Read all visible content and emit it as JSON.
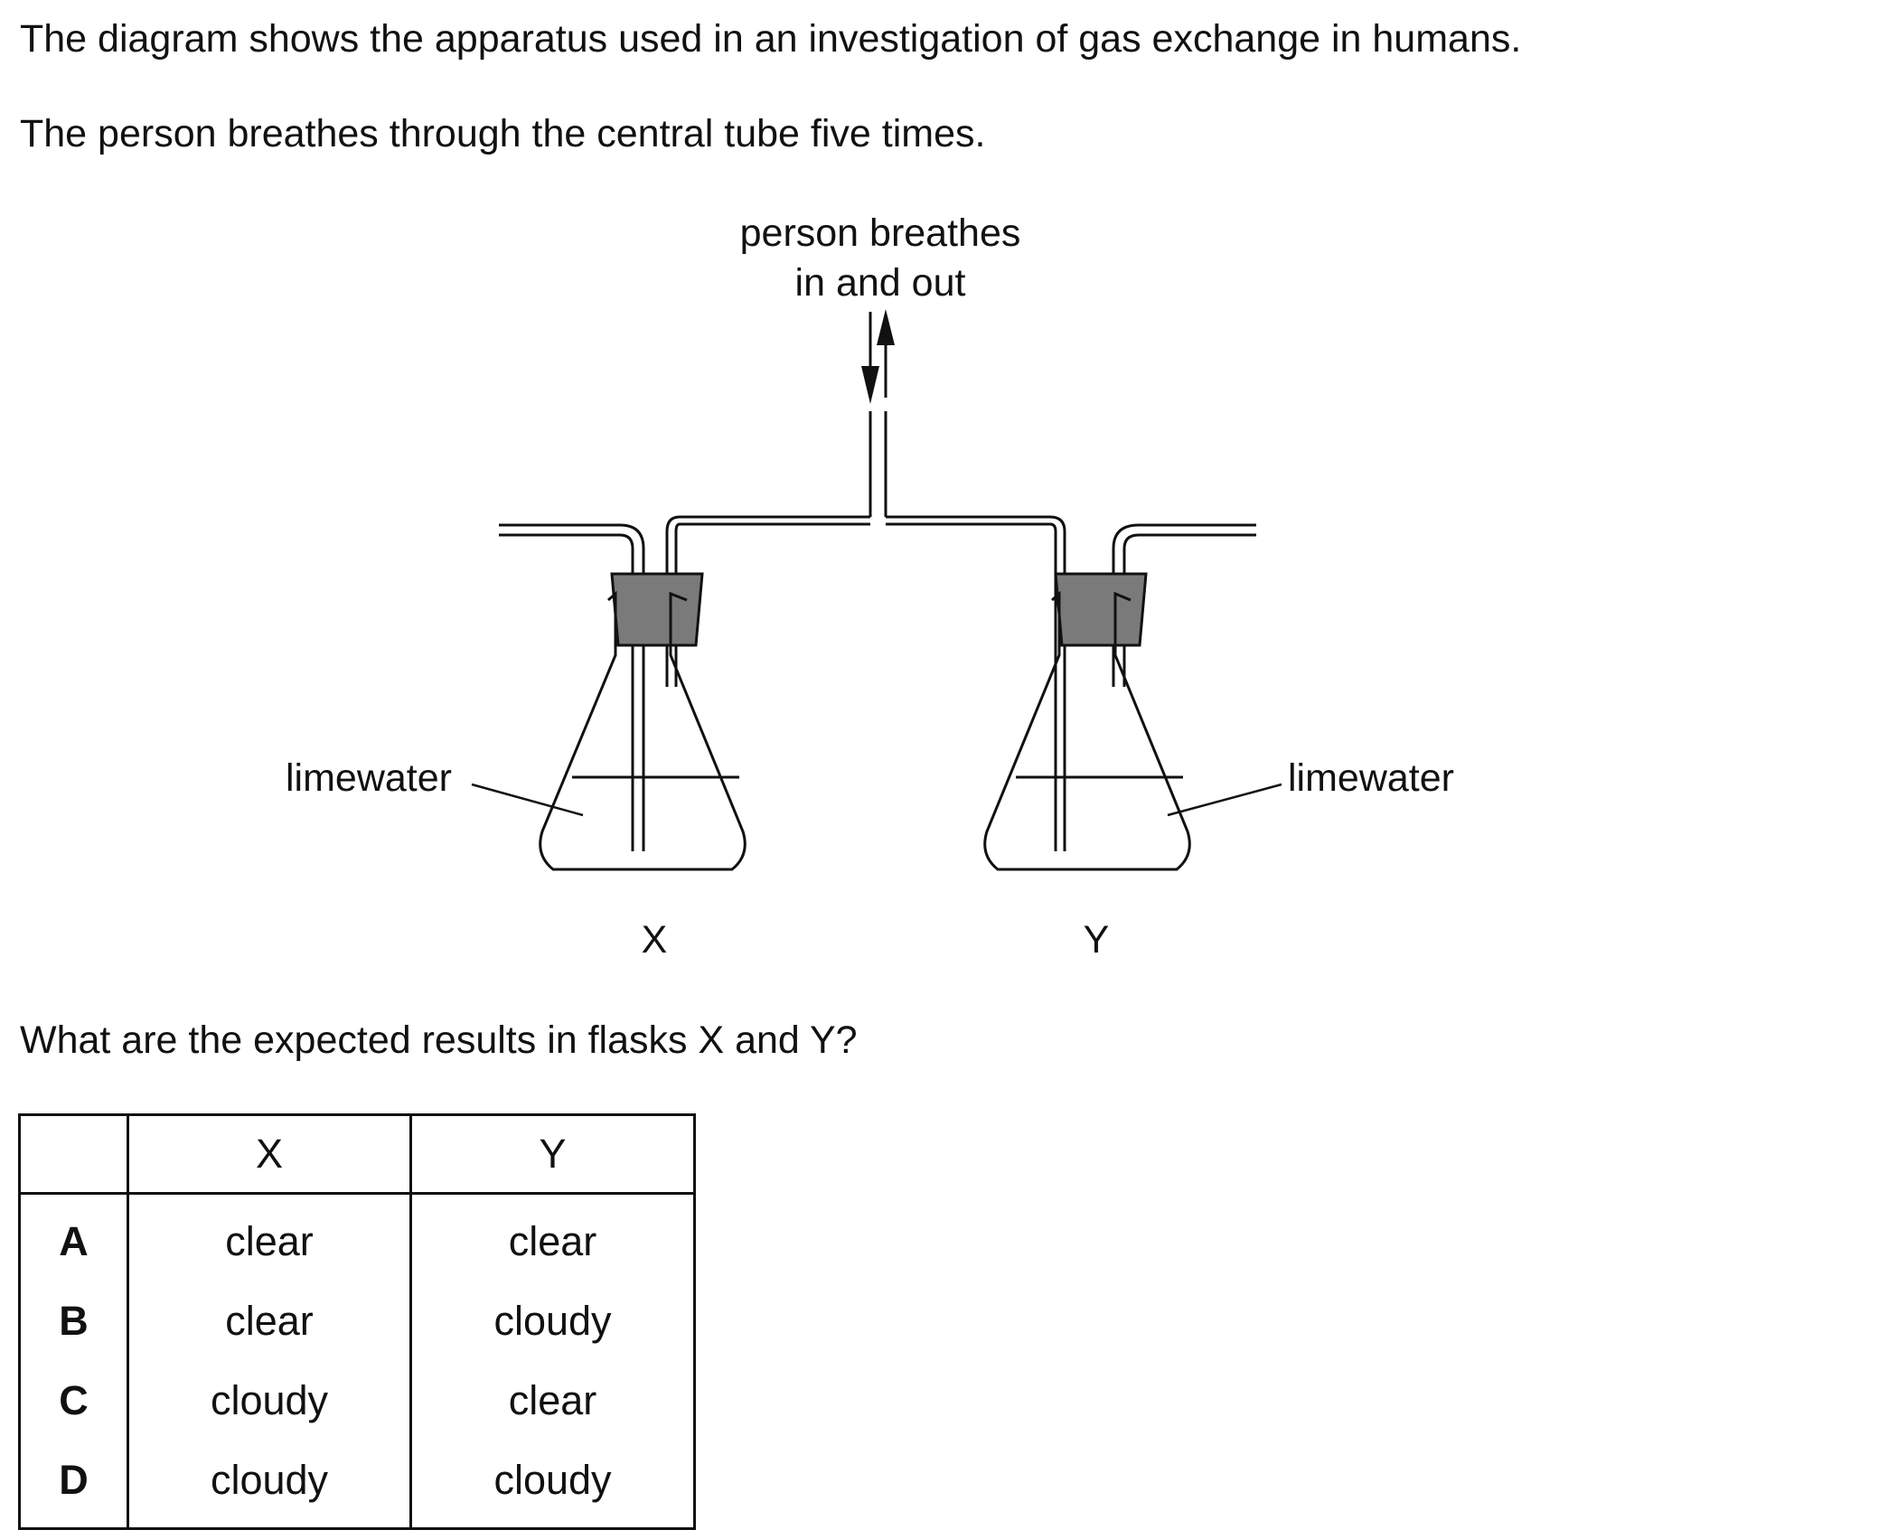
{
  "intro": {
    "line1": "The diagram shows the apparatus used in an investigation of gas exchange in humans.",
    "line2": "The person breathes through the central tube five times."
  },
  "diagram": {
    "breath_label_line1": "person breathes",
    "breath_label_line2": "in and out",
    "left_liquid_label": "limewater",
    "right_liquid_label": "limewater",
    "left_flask_label": "X",
    "right_flask_label": "Y"
  },
  "question": "What are the expected results in flasks X and Y?",
  "table": {
    "headers": [
      "",
      "X",
      "Y"
    ],
    "rows": [
      {
        "option": "A",
        "x": "clear",
        "y": "clear"
      },
      {
        "option": "B",
        "x": "clear",
        "y": "cloudy"
      },
      {
        "option": "C",
        "x": "cloudy",
        "y": "clear"
      },
      {
        "option": "D",
        "x": "cloudy",
        "y": "cloudy"
      }
    ]
  }
}
